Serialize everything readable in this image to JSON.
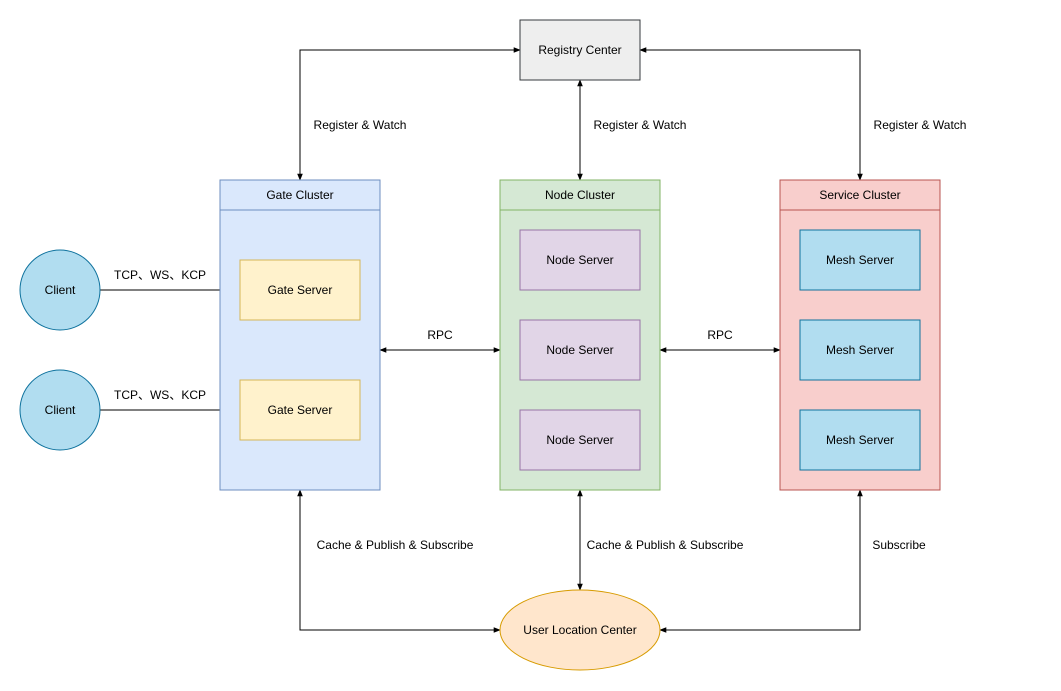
{
  "registry": {
    "label": "Registry Center"
  },
  "links": {
    "gate_registry": "Register & Watch",
    "node_registry": "Register & Watch",
    "service_registry": "Register & Watch",
    "gate_node": "RPC",
    "node_service": "RPC",
    "gate_location": "Cache & Publish & Subscribe",
    "node_location": "Cache & Publish & Subscribe",
    "service_location": "Subscribe",
    "client1_gate": "TCP、WS、KCP",
    "client2_gate": "TCP、WS、KCP"
  },
  "gate_cluster": {
    "title": "Gate Cluster",
    "servers": [
      "Gate Server",
      "Gate Server"
    ]
  },
  "node_cluster": {
    "title": "Node Cluster",
    "servers": [
      "Node Server",
      "Node Server",
      "Node Server"
    ]
  },
  "service_cluster": {
    "title": "Service Cluster",
    "servers": [
      "Mesh Server",
      "Mesh Server",
      "Mesh Server"
    ]
  },
  "clients": [
    "Client",
    "Client"
  ],
  "location": {
    "label": "User Location Center"
  },
  "colors": {
    "registry_fill": "#eeeeee",
    "gate_fill": "#dae8fc",
    "gate_stroke": "#6c8ebf",
    "gate_server_fill": "#fff2cc",
    "gate_server_stroke": "#d6b656",
    "node_fill": "#d5e8d4",
    "node_stroke": "#82b366",
    "node_server_fill": "#e1d5e7",
    "node_server_stroke": "#9673a6",
    "service_fill": "#f8cecc",
    "service_stroke": "#b85450",
    "mesh_fill": "#b1ddf0",
    "mesh_stroke": "#10739e",
    "client_fill": "#b1ddf0",
    "client_stroke": "#10739e",
    "location_fill": "#ffe6cc",
    "location_stroke": "#d79b00"
  }
}
